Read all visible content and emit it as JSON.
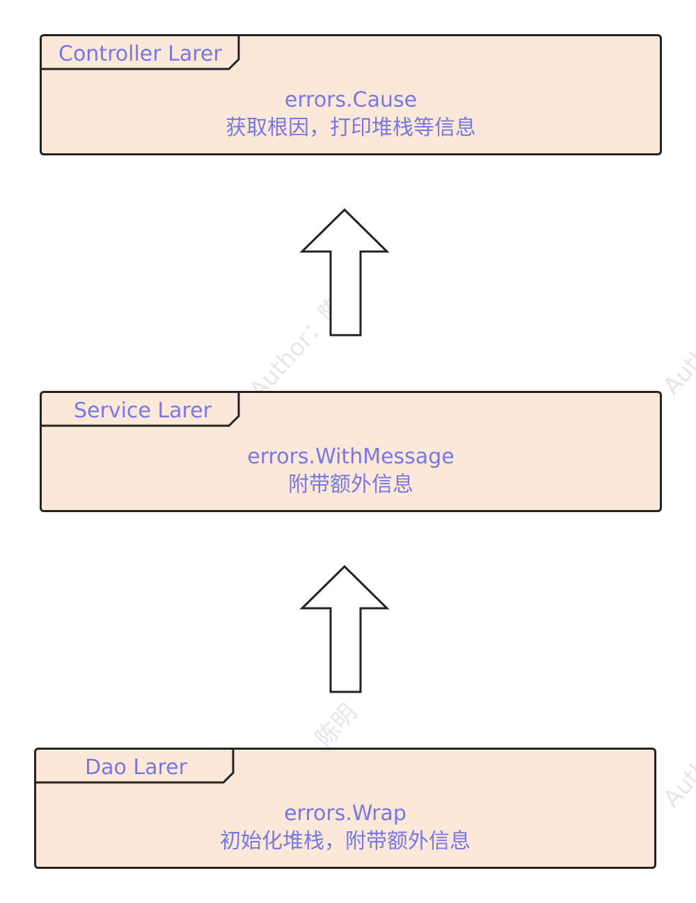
{
  "layers": [
    {
      "tab": "Controller Larer",
      "method": "errors.Cause",
      "desc": "获取根因，打印堆栈等信息"
    },
    {
      "tab": "Service Larer",
      "method": "errors.WithMessage",
      "desc": "附带额外信息"
    },
    {
      "tab": "Dao Larer",
      "method": "errors.Wrap",
      "desc": "初始化堆栈，附带额外信息"
    }
  ],
  "watermark": {
    "text_1": "Author：陈明",
    "text_2": "Author",
    "text_3": "陈明",
    "text_4": "Author"
  },
  "colors": {
    "box_fill": "#fce8d9",
    "border": "#222222",
    "text": "#7777e6",
    "watermark": "#e6e6e6"
  }
}
